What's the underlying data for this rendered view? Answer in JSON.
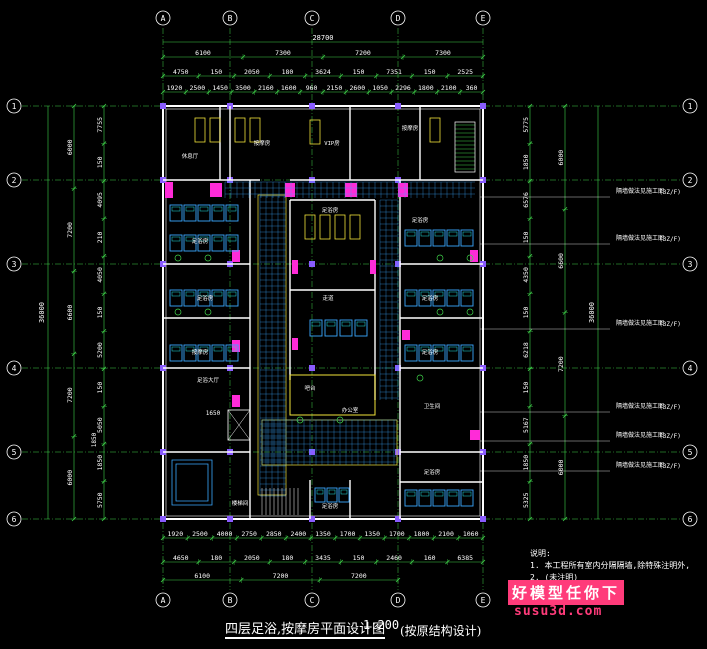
{
  "drawing": {
    "title": "四层足浴,按摩房平面设计图",
    "scale": "1:200",
    "subtitle": "(按原结构设计)",
    "notes_title": "说明:",
    "notes": [
      "1. 本工程所有室内分隔隔墙,除特殊注明外,",
      "2. (未注明)"
    ]
  },
  "axes": {
    "columns": [
      "A",
      "B",
      "C",
      "D",
      "E"
    ],
    "rows": [
      "1",
      "2",
      "3",
      "4",
      "5",
      "6"
    ]
  },
  "dimensions": {
    "top_total": "28700",
    "top_row1": [
      "6100",
      "7300",
      "7200",
      "7300"
    ],
    "top_row2": [
      "4750",
      "150",
      "2050",
      "180",
      "3624",
      "150",
      "7351",
      "150",
      "2525"
    ],
    "top_row3": [
      "1920",
      "2500",
      "1450",
      "3500",
      "2160",
      "1600",
      "960",
      "2150",
      "2600",
      "1050",
      "2296",
      "1800",
      "2100",
      "360"
    ],
    "bottom_row1": [
      "1920",
      "2500",
      "4000",
      "2750",
      "2850",
      "2400",
      "1350",
      "1700",
      "1350",
      "1700",
      "1800",
      "2100",
      "1060"
    ],
    "bottom_row2": [
      "4650",
      "180",
      "2050",
      "180",
      "3435",
      "150",
      "2460",
      "160",
      "6385"
    ],
    "bottom_row3": [
      "6100",
      "7200",
      "7200"
    ],
    "left_outer": "36000",
    "left_row1": [
      "6000",
      "7200",
      "6600",
      "7200",
      "6000"
    ],
    "left_row2": [
      "7755",
      "150",
      "4095",
      "210",
      "4050",
      "150",
      "5200",
      "150",
      "5050",
      "1850",
      "5750"
    ],
    "right_outer": "36000",
    "right_row1": [
      "5775",
      "1850",
      "6576",
      "150",
      "4350",
      "150",
      "6218",
      "150",
      "5167",
      "1850",
      "5325"
    ],
    "right_row2": [
      "6000",
      "6600",
      "7200",
      "6000"
    ],
    "callout_tail": "(3Z/F)",
    "callout_label": "隔墙做法见施工图"
  },
  "rooms": {
    "lobby": "休息厅",
    "vip": "VIP房",
    "massage": "按摩房",
    "foot": "足浴房",
    "bar": "吧台",
    "corridor": "走道",
    "office": "办公室",
    "washroom": "卫生间",
    "foot_hall": "足浴大厅",
    "stair": "楼梯间",
    "dim_1650": "1650",
    "dim_1850": "1850"
  },
  "watermark": {
    "top": "好模型任你下",
    "bottom": "susu3d.com"
  },
  "colors": {
    "background": "#000000",
    "axis": "#ffffff",
    "dimension": "#3fd24a",
    "wall": "#ffffff",
    "furniture": "#3aa8ff",
    "magenta": "#ff2bd8",
    "yellow": "#f2e33a",
    "cyan": "#22e0e0",
    "grid_purple": "#8a5cff",
    "watermark": "#ff3b7a"
  }
}
